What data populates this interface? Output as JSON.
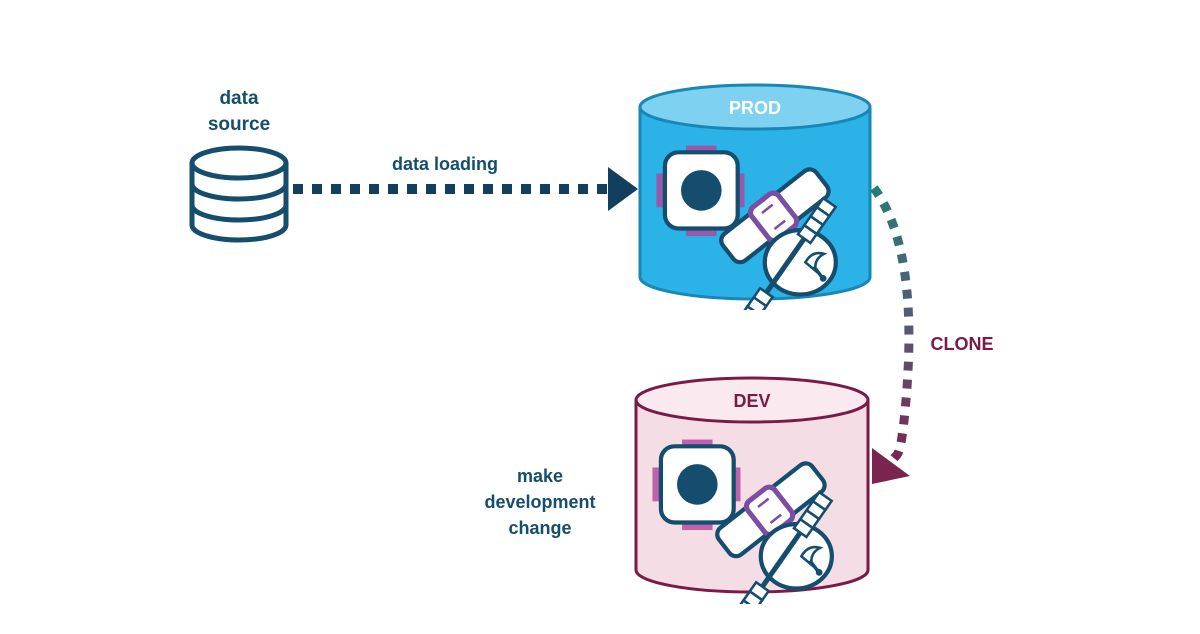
{
  "diagram": {
    "data_source": {
      "label_line1": "data",
      "label_line2": "source"
    },
    "edge_load": {
      "label": "data loading"
    },
    "prod": {
      "label": "PROD"
    },
    "edge_clone": {
      "label": "CLONE"
    },
    "dev": {
      "label": "DEV"
    },
    "dev_note": {
      "line1": "make",
      "line2": "development",
      "line3": "change"
    }
  },
  "colors": {
    "navy": "#154d6e",
    "arrow_navy": "#123f5d",
    "prod_body": "#2bb2e6",
    "prod_top": "#7fd1f1",
    "prod_stroke": "#1a86b5",
    "dev_body": "#f5dde6",
    "dev_top": "#faeaf0",
    "dev_stroke": "#7a1a45",
    "clone_text": "#7a1a45",
    "purple": "#7b4ea3",
    "pink": "#d0447e",
    "clone_start": "#277a78",
    "clone_end": "#7a2550"
  }
}
